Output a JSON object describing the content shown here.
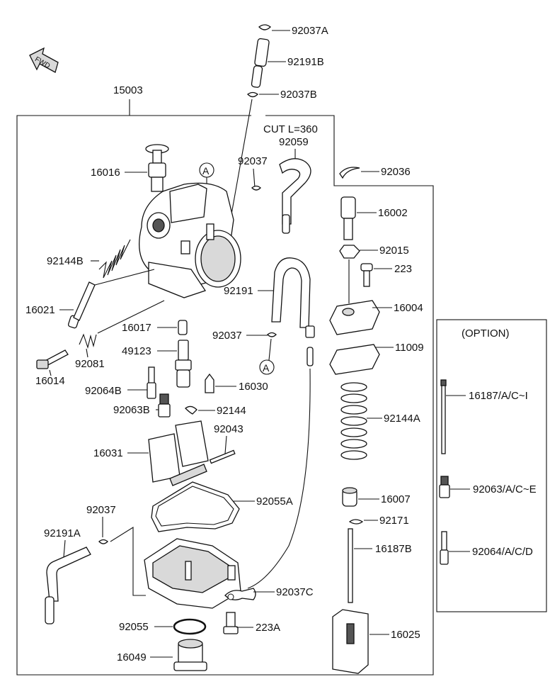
{
  "fwd_label": "FWD",
  "main_assembly_label": "15003",
  "cut_note": "CUT L=360",
  "option_title": "(OPTION)",
  "callouts": {
    "p92037A": "92037A",
    "p92191B": "92191B",
    "p92037B": "92037B",
    "p92059": "92059",
    "p92037_top": "92037",
    "p16016": "16016",
    "p92144B": "92144B",
    "p16021": "16021",
    "p16014": "16014",
    "p92081": "92081",
    "p16017": "16017",
    "p49123": "49123",
    "p92064B": "92064B",
    "p16030": "16030",
    "p92063B": "92063B",
    "p92144": "92144",
    "p92043": "92043",
    "p16031": "16031",
    "p92191": "92191",
    "p92037_mid": "92037",
    "p92036": "92036",
    "p16002": "16002",
    "p92015": "92015",
    "p223": "223",
    "p16004": "16004",
    "p11009": "11009",
    "p92144A": "92144A",
    "p16007": "16007",
    "p92171": "92171",
    "p16187B": "16187B",
    "p16025": "16025",
    "p92055A": "92055A",
    "p92037_low": "92037",
    "p92191A": "92191A",
    "p92037C": "92037C",
    "p92055": "92055",
    "p223A": "223A",
    "p16049": "16049",
    "opt16187": "16187/A/C~I",
    "opt92063": "92063/A/C~E",
    "opt92064": "92064/A/C/D"
  },
  "ref_marker": "A"
}
